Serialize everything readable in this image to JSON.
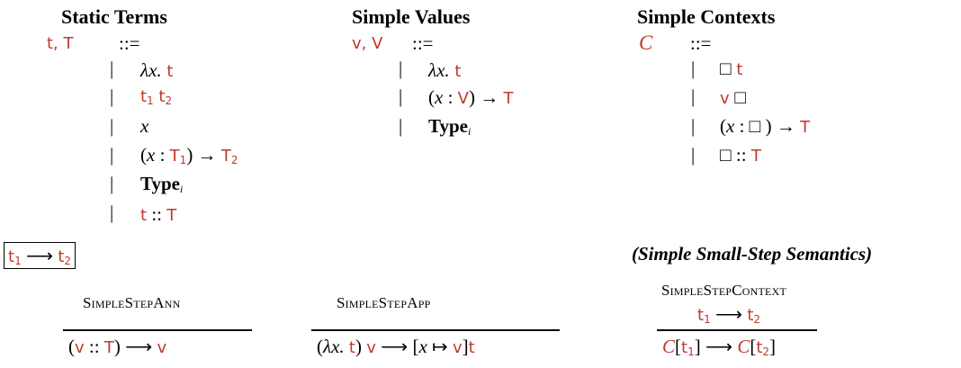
{
  "headers": {
    "static_terms": "Static Terms",
    "simple_values": "Simple Values",
    "simple_contexts": "Simple Contexts"
  },
  "grammar": {
    "static_nonterminal": "t,  T",
    "values_nonterminal": "v,  V",
    "contexts_nonterminal": "C",
    "defeq": "::=",
    "bar": "|",
    "static_productions": [
      "λx. t",
      "t₁ t₂",
      "x",
      "(x : T₁) → T₂",
      "Typeᵢ",
      "t :: T"
    ],
    "value_productions": [
      "λx. t",
      "(x : V) → T",
      "Typeᵢ"
    ],
    "context_productions": [
      "□ t",
      "v □",
      "(x : □ ) → T",
      "□ :: T"
    ]
  },
  "judgement": {
    "boxed": "t₁ ⟶ t₂",
    "title": "(Simple Small-Step Semantics)"
  },
  "rules": [
    {
      "name": "SimpleStepAnn",
      "premise": "",
      "conclusion": "(v :: T) ⟶ v"
    },
    {
      "name": "SimpleStepApp",
      "premise": "",
      "conclusion": "(λx. t) v ⟶ [x ↦ v]t"
    },
    {
      "name": "SimpleStepContext",
      "premise": "t₁ ⟶ t₂",
      "conclusion": "C[t₁] ⟶ C[t₂]"
    }
  ],
  "colors": {
    "metavariable": "#c0392b",
    "text": "#000000"
  }
}
